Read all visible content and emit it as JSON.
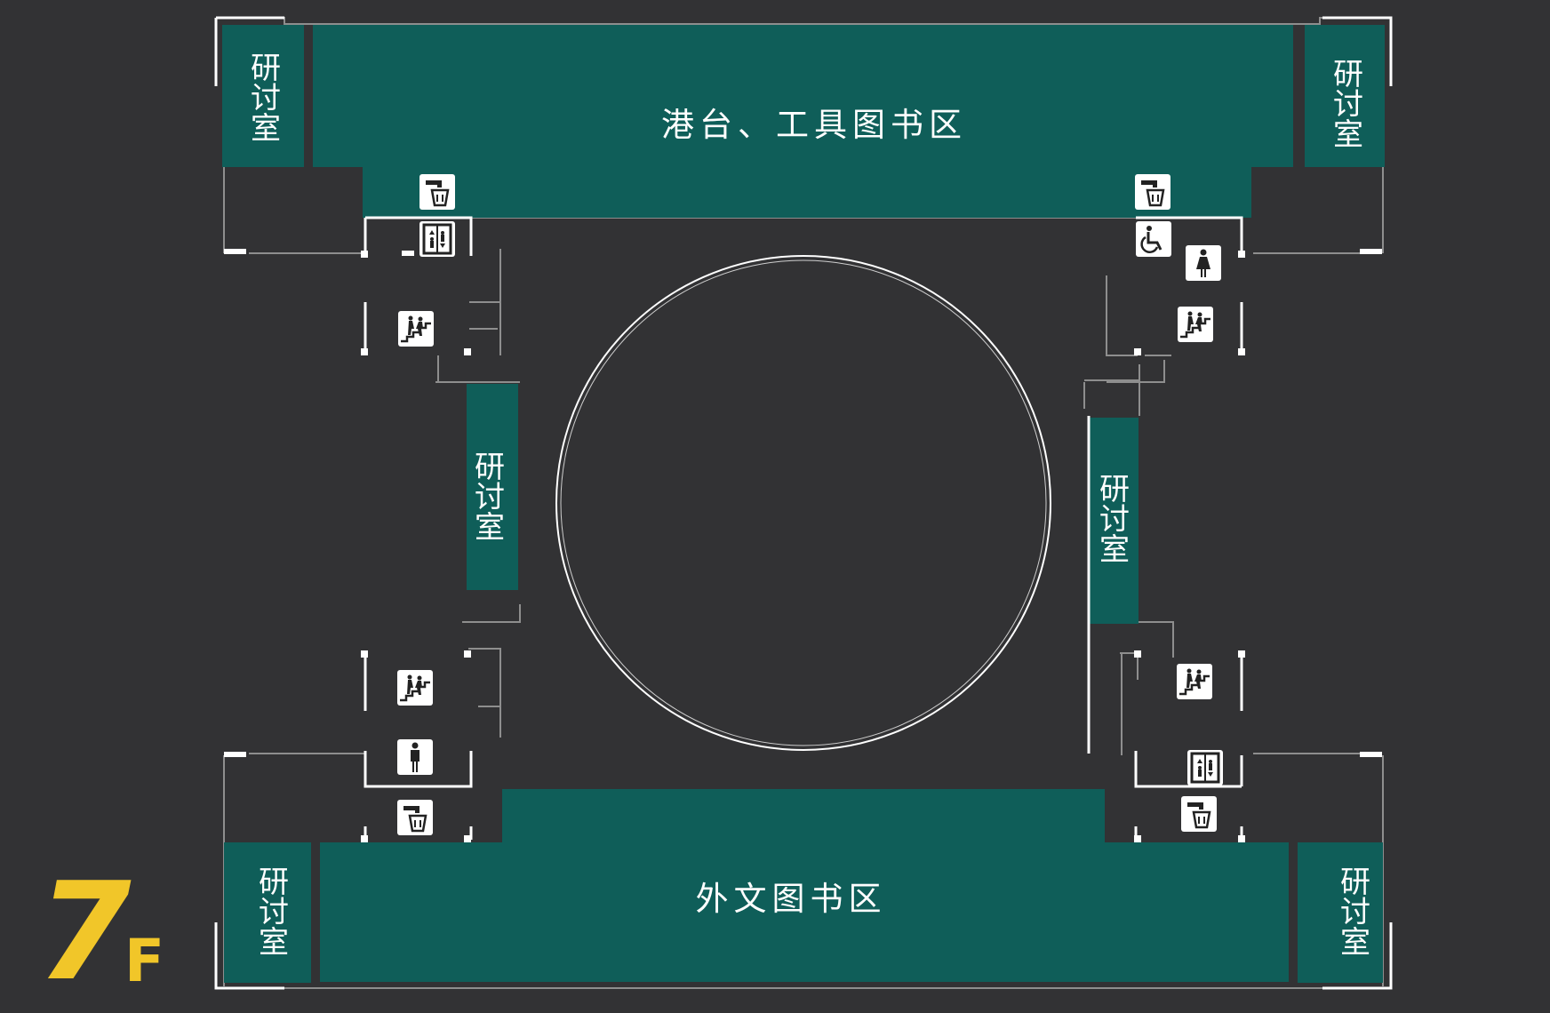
{
  "floor": {
    "number": "7",
    "letter": "F"
  },
  "areas": {
    "top": "港台、工具图书区",
    "bottom": "外文图书区"
  },
  "room": {
    "chars": [
      "研",
      "讨",
      "室"
    ]
  },
  "icons": [
    "water-dispenser-icon",
    "elevator-icon",
    "stairs-icon",
    "accessible-toilet-icon",
    "female-restroom-icon",
    "male-restroom-icon"
  ],
  "colors": {
    "background": "#323234",
    "area": "#0f5e59",
    "wall": "#ffffff",
    "floor_label": "#f1c629"
  }
}
